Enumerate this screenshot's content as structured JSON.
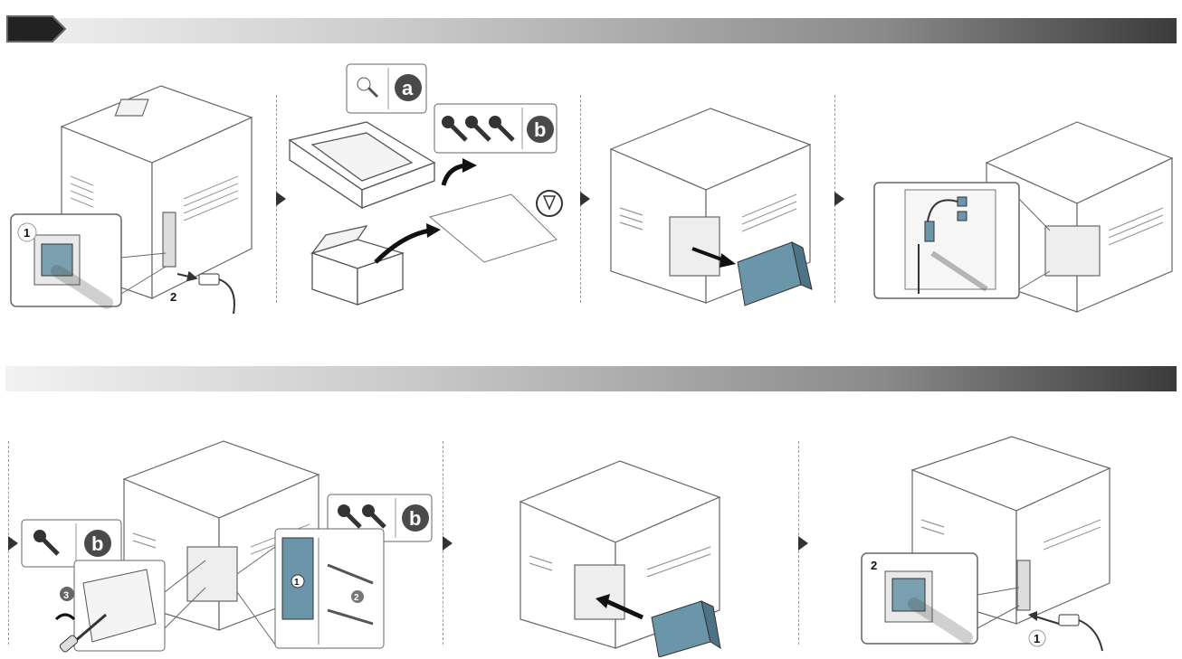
{
  "colors": {
    "band_dark": "#3b3b3b",
    "band_light": "#f2f2f2",
    "tab": "#222222",
    "badge": "#4a4a4a",
    "accent_blue": "#6b95a8",
    "line": "#555555"
  },
  "icons": [
    "power-switch-icon",
    "power-cable-icon",
    "screw-icon",
    "screw-set-icon",
    "box-icon",
    "bag-icon",
    "recycle-icon",
    "cover-icon",
    "screwdriver-icon",
    "printer-icon",
    "circuit-board-icon"
  ],
  "top_row": {
    "step1": {
      "callout_num": "1",
      "cable_num": "2"
    },
    "step2": {
      "badge_a": "a",
      "badge_b": "b"
    },
    "step3": {},
    "step4": {}
  },
  "bottom_row": {
    "step5": {
      "badge_left": "b",
      "badge_right": "b",
      "num_1": "1",
      "num_2": "2",
      "num_3": "3"
    },
    "step6": {},
    "step7": {
      "callout_num": "2",
      "cable_num": "1"
    }
  }
}
